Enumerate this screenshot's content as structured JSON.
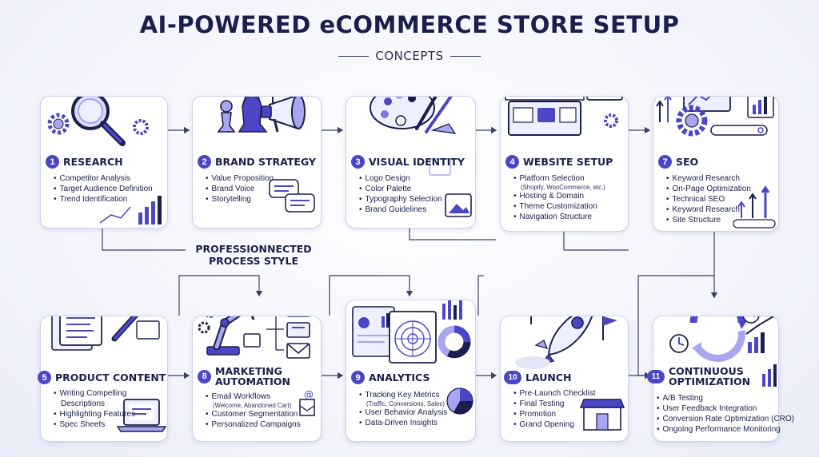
{
  "title": "AI-POWERED eCOMMERCE STORE SETUP",
  "subtitle": "CONCEPTS",
  "connector_label_line1": "PROFESSIONNECTED",
  "connector_label_line2": "PROCESS STYLE",
  "colors": {
    "accent": "#4b46c6",
    "navy": "#1b1f4b",
    "light_accent": "#a9a6f0",
    "card_border": "#cfd3ea"
  },
  "steps": [
    {
      "number": "1",
      "title": "RESEARCH",
      "icons": [
        "magnifier-icon",
        "gears-icon",
        "lightbulb-icon",
        "bar-chart-icon"
      ],
      "items": [
        {
          "text": "Competitor Analysis"
        },
        {
          "text": "Target Audience Definition"
        },
        {
          "text": "Trend Identification"
        }
      ]
    },
    {
      "number": "2",
      "title": "BRAND STRATEGY",
      "icons": [
        "chess-pieces-icon",
        "megaphone-icon",
        "flag-icon",
        "chat-bubbles-icon"
      ],
      "items": [
        {
          "text": "Value Proposition"
        },
        {
          "text": "Brand Voice"
        },
        {
          "text": "Storytelling"
        }
      ]
    },
    {
      "number": "3",
      "title": "VISUAL IDENTITY",
      "icons": [
        "palette-icon",
        "brushes-icon",
        "image-icon"
      ],
      "items": [
        {
          "text": "Logo Design"
        },
        {
          "text": "Color Palette"
        },
        {
          "text": "Typography Selection"
        },
        {
          "text": "Brand Guidelines"
        }
      ]
    },
    {
      "number": "4",
      "title": "WEBSITE SETUP",
      "icons": [
        "storefront-icon",
        "code-icon",
        "gear-icon"
      ],
      "items": [
        {
          "text": "Platform Selection",
          "note": "(Shopify, WooCommerce, etc.)"
        },
        {
          "text": "Hosting & Domain"
        },
        {
          "text": "Theme Customization"
        },
        {
          "text": "Navigation Structure"
        }
      ]
    },
    {
      "number": "7",
      "title": "SEO",
      "icons": [
        "dashboard-icon",
        "gear-icon",
        "search-bar-icon",
        "growth-arrows-icon"
      ],
      "items": [
        {
          "text": "Keyword Research"
        },
        {
          "text": "On-Page Optimization"
        },
        {
          "text": "Technical SEO"
        },
        {
          "text": "Keyword Research"
        },
        {
          "text": "Site Structure"
        }
      ]
    },
    {
      "number": "5",
      "title": "PRODUCT CONTENT",
      "icons": [
        "documents-icon",
        "pen-icon",
        "laptop-icon"
      ],
      "items": [
        {
          "text": "Writing Compelling"
        },
        {
          "text": "Descriptions",
          "cont": true
        },
        {
          "text": "Highlighting Features"
        },
        {
          "text": "Spec Sheets"
        }
      ]
    },
    {
      "number": "8",
      "title_line1": "MARKETING",
      "title_line2": "AUTOMATION",
      "icons": [
        "robot-arm-icon",
        "mail-icon",
        "gears-icon"
      ],
      "items": [
        {
          "text": "Email Workflows",
          "note": "(Welcome, Abandoned Cart)"
        },
        {
          "text": "Customer Segmentation"
        },
        {
          "text": "Personalized Campaigns"
        }
      ]
    },
    {
      "number": "9",
      "title": "ANALYTICS",
      "icons": [
        "dashboard-icon",
        "radar-icon",
        "donut-chart-icon",
        "pie-chart-icon"
      ],
      "items": [
        {
          "text": "Tracking Key Metrics",
          "note": "(Traffic, Conversions, Sales)"
        },
        {
          "text": "User Behavior Analysis"
        },
        {
          "text": "Data-Driven Insights"
        }
      ]
    },
    {
      "number": "10",
      "title": "LAUNCH",
      "icons": [
        "rocket-icon",
        "flag-icon",
        "shop-icon"
      ],
      "items": [
        {
          "text": "Pre-Launch Checklist"
        },
        {
          "text": "Final Testing"
        },
        {
          "text": "Promotion"
        },
        {
          "text": "Grand Opening"
        }
      ]
    },
    {
      "number": "11",
      "title_line1": "CONTINUOUS",
      "title_line2": "OPTIMIZATION",
      "icons": [
        "cycle-arrows-icon",
        "clock-icon",
        "growth-chart-icon"
      ],
      "items": [
        {
          "text": "A/B Testing"
        },
        {
          "text": "User Feedback Integration"
        },
        {
          "text": "Conversion Rate Optimization (CRO)"
        },
        {
          "text": "Ongoing Performance Monitoring"
        }
      ]
    }
  ]
}
